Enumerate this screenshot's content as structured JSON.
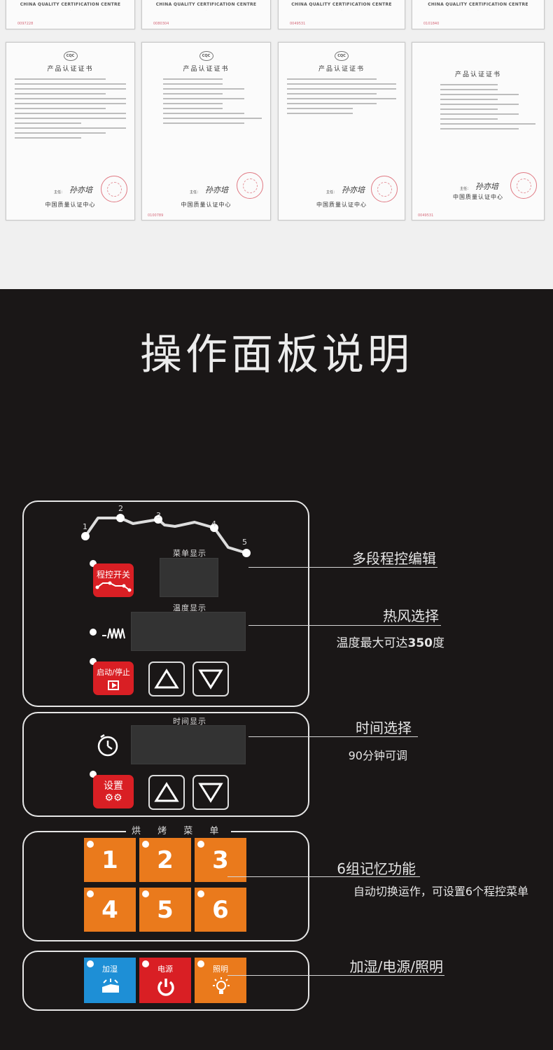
{
  "certificates": {
    "org_name_en": "CHINA QUALITY CERTIFICATION CENTRE",
    "top_serials": [
      "0097228",
      "0080304",
      "0049531",
      "0101840"
    ],
    "logo_text": "CQC",
    "heading": "产品认证证书",
    "signature_label": "主任：",
    "signature": "孙亦培",
    "center_name": "中国质量认证中心",
    "bottom_serials": [
      "",
      "0100789",
      "",
      "0049531"
    ]
  },
  "section_title": "操作面板说明",
  "panel": {
    "program_steps": [
      "1",
      "2",
      "3",
      "4",
      "5"
    ],
    "menu_display_label": "菜单显示",
    "program_switch_label": "程控开关",
    "temp_display_label": "温度显示",
    "start_stop_label": "启动/停止",
    "time_display_label": "时间显示",
    "setting_label": "设置",
    "bake_menu_title": "烘 烤 菜 单",
    "menu_numbers": [
      "1",
      "2",
      "3",
      "4",
      "5",
      "6"
    ],
    "humidify_label": "加湿",
    "power_label": "电源",
    "light_label": "照明"
  },
  "features": {
    "multi_program": "多段程控编辑",
    "hot_air": "热风选择",
    "temp_max_prefix": "温度最大可达",
    "temp_max_value": "350",
    "temp_max_suffix": "度",
    "time_select": "时间选择",
    "time_adjust": "90分钟可调",
    "memory": "6组记忆功能",
    "memory_desc": "自动切换运作，可设置6个程控菜单",
    "bottom_buttons": "加湿/电源/照明"
  },
  "colors": {
    "background": "#1a1717",
    "red_button": "#d91f24",
    "orange_button": "#ea7a1c",
    "blue_button": "#1e8fd6"
  }
}
